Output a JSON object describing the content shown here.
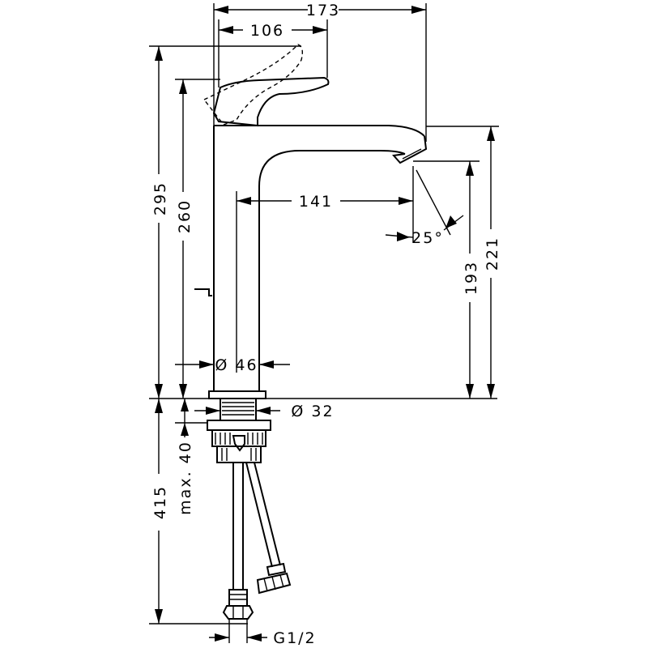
{
  "dimensions": {
    "total_width": "173",
    "lever_offset": "106",
    "total_height": "295",
    "handle_height": "260",
    "spout_reach": "141",
    "spout_angle": "25°",
    "outlet_height": "193",
    "spout_height": "221",
    "body_diameter": "Ø 46",
    "shank_diameter": "Ø 32",
    "max_deck_thickness": "max. 40",
    "below_deck_length": "415",
    "connection_thread": "G1/2"
  }
}
